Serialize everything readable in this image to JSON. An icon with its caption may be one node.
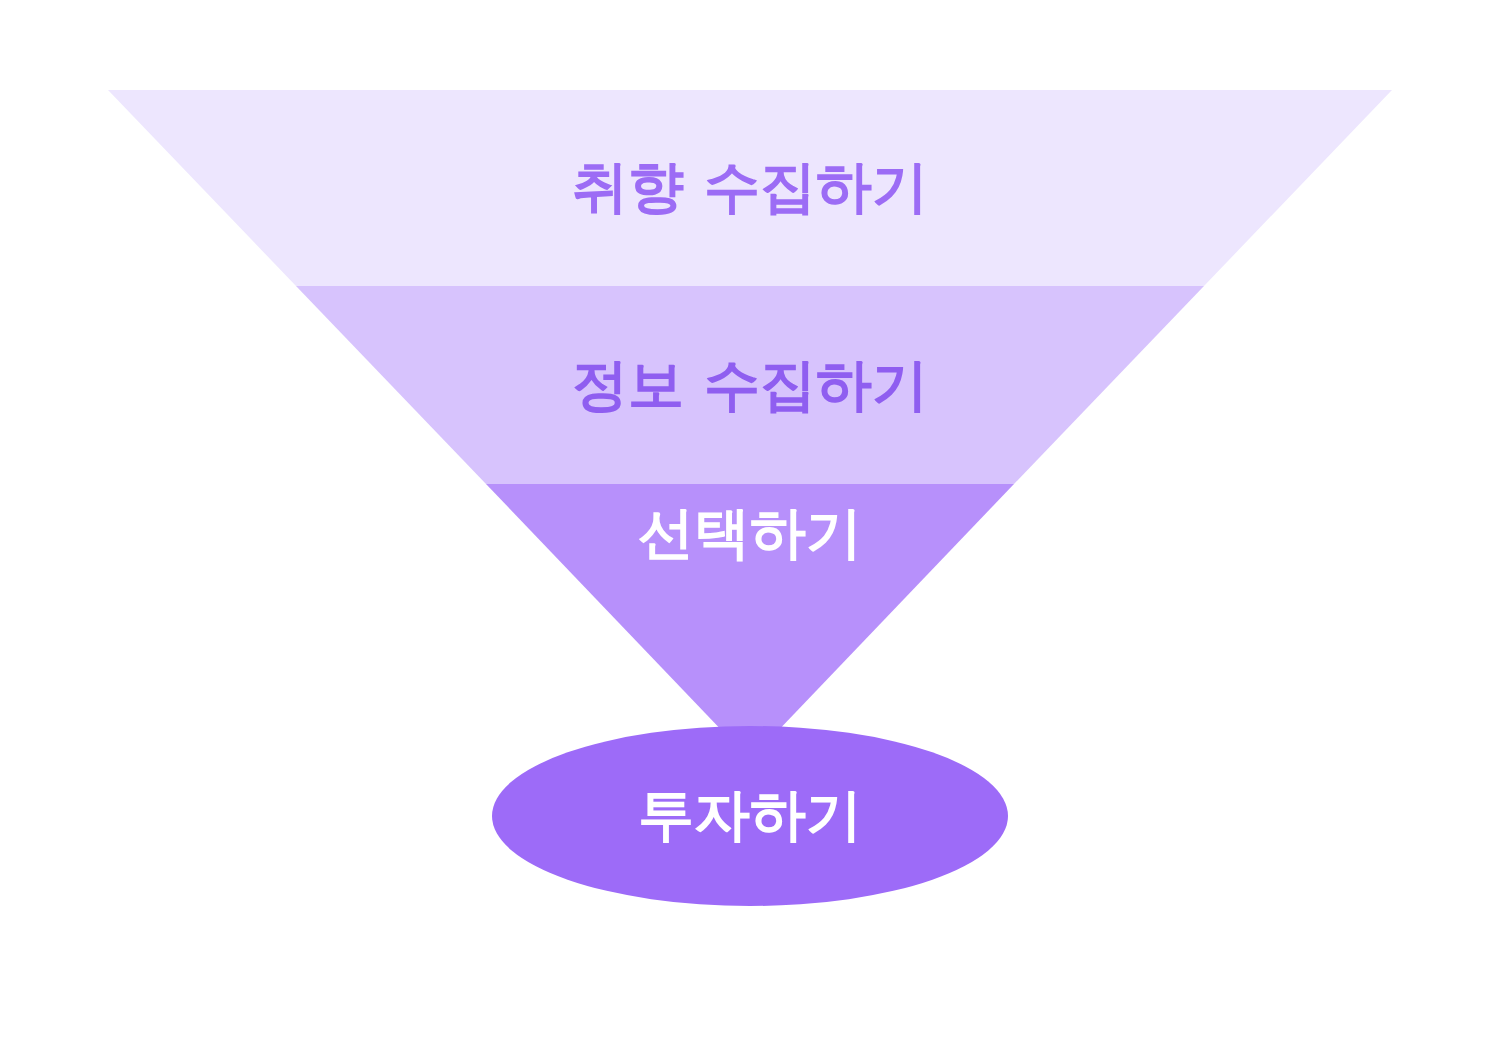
{
  "diagram": {
    "nodes": [
      {
        "text": [
          "취향 수집하기"
        ]
      },
      {
        "text": [
          "정보 수집하기"
        ]
      },
      {
        "text": [
          "선택하기"
        ]
      },
      {
        "text": [
          "투자하기"
        ]
      }
    ]
  }
}
